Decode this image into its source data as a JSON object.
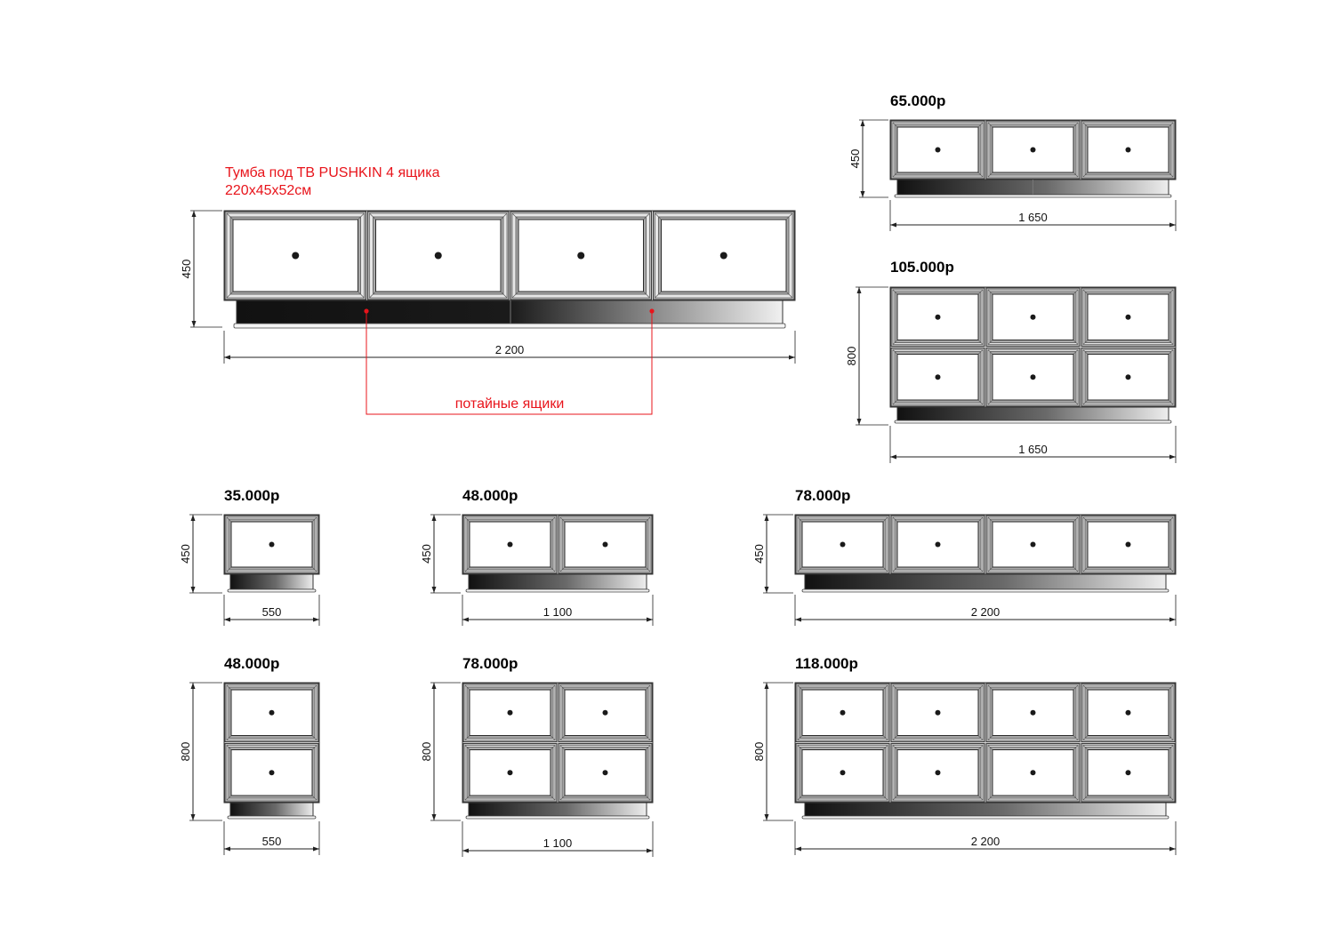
{
  "title": {
    "line1": "Тумба под ТВ PUSHKIN 4 ящика",
    "line2": "220х45х52см"
  },
  "callout": {
    "label": "потайные ящики"
  },
  "colors": {
    "frame_outer": "#9e9e9e",
    "frame_inner": "#cfcfcf",
    "panel": "#ffffff",
    "plinth_dark": "#111111",
    "plinth_light": "#e8e8e8",
    "accent_red": "#e8141b",
    "line": "#222222"
  },
  "units": [
    {
      "id": "main-4-drawer",
      "price": "",
      "columns": 4,
      "rows": 1,
      "width_label": "2 200",
      "height_label": "450",
      "hidden_drawers": 2
    },
    {
      "id": "unit-1650x450",
      "price": "65.000р",
      "columns": 3,
      "rows": 1,
      "width_label": "1 650",
      "height_label": "450"
    },
    {
      "id": "unit-1650x800",
      "price": "105.000р",
      "columns": 3,
      "rows": 2,
      "width_label": "1 650",
      "height_label": "800"
    },
    {
      "id": "unit-550x450",
      "price": "35.000р",
      "columns": 1,
      "rows": 1,
      "width_label": "550",
      "height_label": "450"
    },
    {
      "id": "unit-1100x450",
      "price": "48.000р",
      "columns": 2,
      "rows": 1,
      "width_label": "1 100",
      "height_label": "450"
    },
    {
      "id": "unit-2200x450",
      "price": "78.000р",
      "columns": 4,
      "rows": 1,
      "width_label": "2 200",
      "height_label": "450"
    },
    {
      "id": "unit-550x800",
      "price": "48.000р",
      "columns": 1,
      "rows": 2,
      "width_label": "550",
      "height_label": "800"
    },
    {
      "id": "unit-1100x800",
      "price": "78.000р",
      "columns": 2,
      "rows": 2,
      "width_label": "1 100",
      "height_label": "800"
    },
    {
      "id": "unit-2200x800",
      "price": "118.000р",
      "columns": 4,
      "rows": 2,
      "width_label": "2 200",
      "height_label": "800"
    }
  ]
}
